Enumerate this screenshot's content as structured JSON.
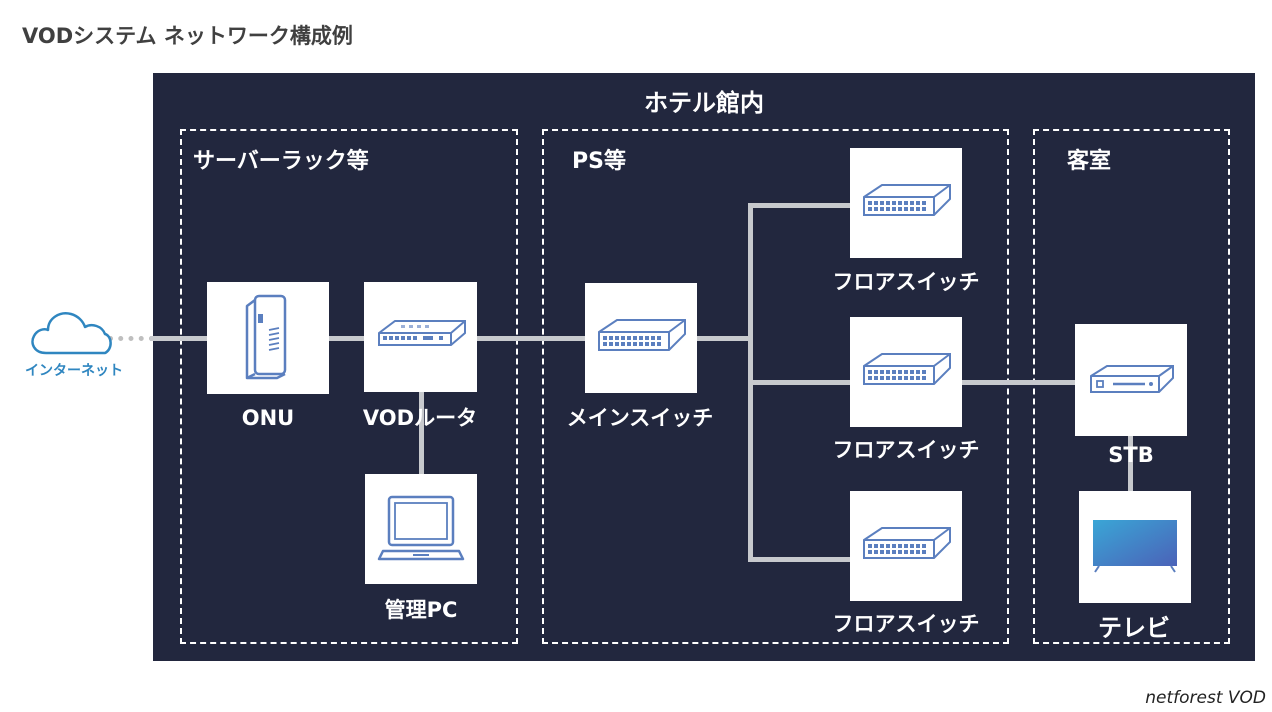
{
  "title": "VODシステム ネットワーク構成例",
  "hotel_label": "ホテル館内",
  "zones": {
    "server_rack": "サーバーラック等",
    "ps": "PS等",
    "guest_room": "客室"
  },
  "internet_label": "インターネット",
  "devices": {
    "onu": "ONU",
    "vod_router": "VODルータ",
    "admin_pc": "管理PC",
    "main_switch": "メインスイッチ",
    "floor_switch_1": "フロアスイッチ",
    "floor_switch_2": "フロアスイッチ",
    "floor_switch_3": "フロアスイッチ",
    "stb": "STB",
    "tv": "テレビ"
  },
  "icons": {
    "cloud": "cloud-icon",
    "onu": "onu-device-icon",
    "router": "router-icon",
    "laptop": "laptop-icon",
    "switch": "network-switch-icon",
    "stb": "set-top-box-icon",
    "tv": "television-icon"
  },
  "colors": {
    "background_panel": "#22273e",
    "line": "#c7c9cd",
    "icon_stroke": "#5b7fbf",
    "internet_text": "#2f86c0"
  },
  "brand": "netforest VOD"
}
